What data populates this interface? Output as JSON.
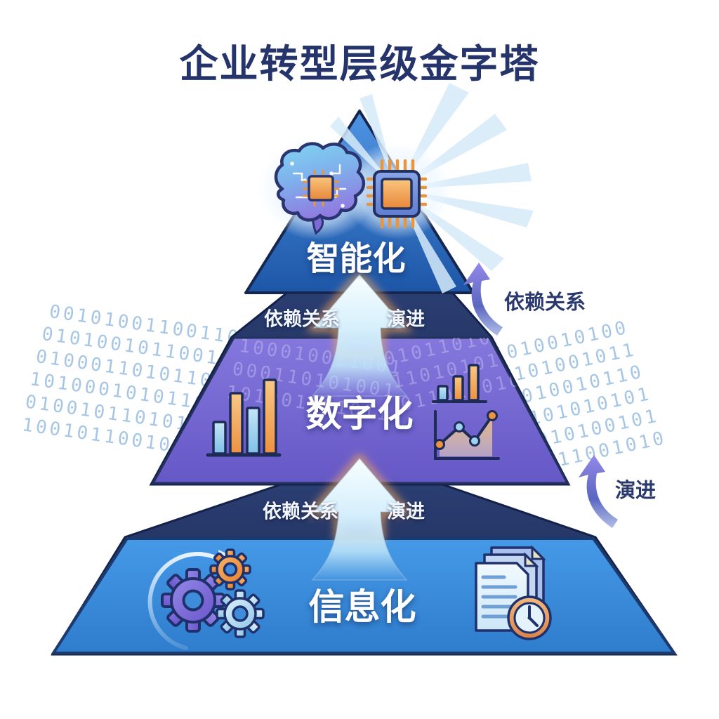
{
  "title": "企业转型层级金字塔",
  "pyramid": {
    "levels": [
      {
        "name": "intelligentization",
        "label": "智能化",
        "color": "#2f6fc4"
      },
      {
        "name": "digitalization",
        "label": "数字化",
        "color": "#7266cf"
      },
      {
        "name": "informatization",
        "label": "信息化",
        "color": "#3b8ad8"
      }
    ]
  },
  "connectors": {
    "upper_band": {
      "left_label": "依赖关系",
      "right_label": "演进"
    },
    "lower_band": {
      "left_label": "依赖关系",
      "right_label": "演进"
    },
    "upper_side_note": "依赖关系",
    "lower_side_note": "演进"
  },
  "icons": {
    "top_level": [
      "brain-circuit-icon",
      "processor-chip-icon"
    ],
    "middle_level": [
      "bar-chart-icon",
      "trend-chart-icon"
    ],
    "bottom_level": [
      "gears-cycle-icon",
      "documents-clock-icon"
    ]
  },
  "colors": {
    "background": "#ffffff",
    "title_text": "#25346b",
    "navy_band": "#1f2d5a",
    "level_top": "#2f6fc4",
    "level_middle": "#7266cf",
    "level_bottom": "#3b8ad8",
    "arrow_fill": "#d9effc",
    "arrow_glow": "#f0a55c",
    "binary_text": "#9cc0e4"
  },
  "binary": {
    "left_rows": [
      "0010100110011001",
      "0101001011001101",
      "0100011010110010",
      "1010001010110110",
      "0100101101010011",
      "1001011001001100"
    ],
    "right_rows": [
      "01011010010100",
      "11010101001011",
      "10101010010110",
      "01010101010101",
      "01001010100101",
      "00100111001010"
    ],
    "inner_left_rows": [
      "100010011001",
      "000110101001",
      "101001101011"
    ],
    "inner_right_rows": [
      "010110100101",
      "110101010010",
      "011010010110"
    ]
  }
}
